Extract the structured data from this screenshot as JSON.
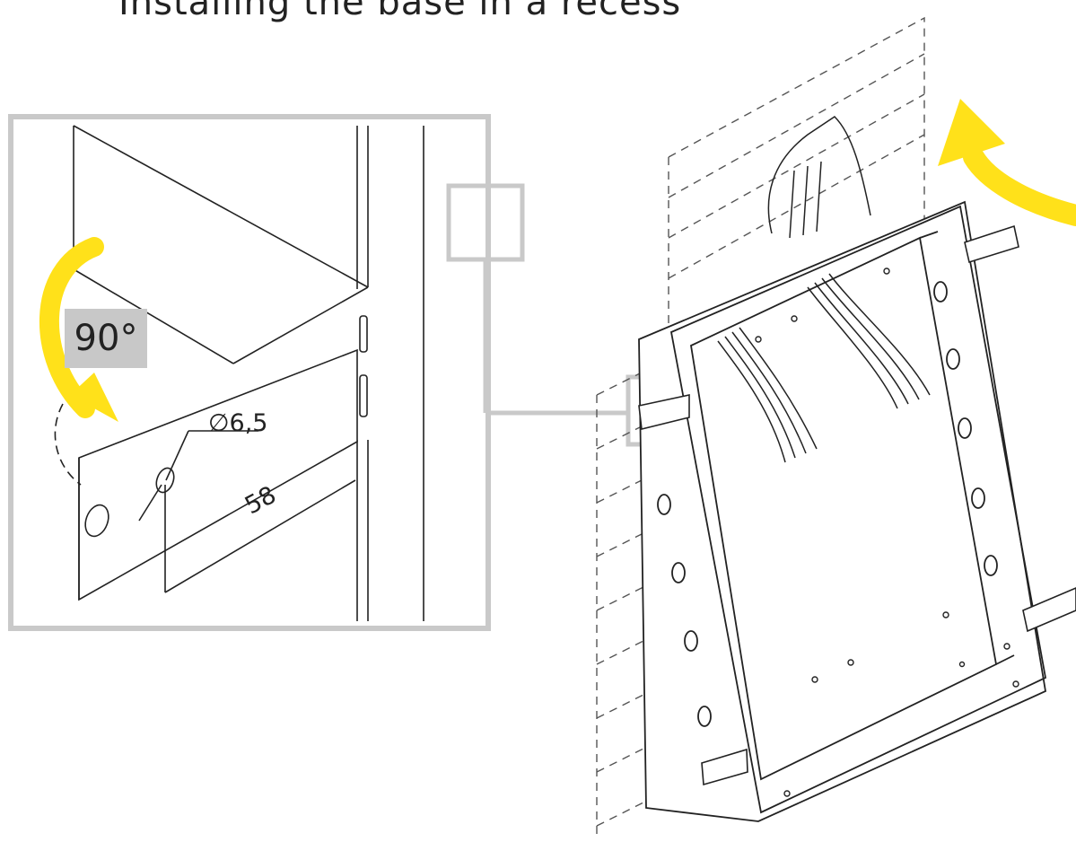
{
  "title": "Installing the base in a recess",
  "labels": {
    "rotation": "90°",
    "hole_diameter": "∅6,5",
    "distance": "58"
  },
  "colors": {
    "arrow": "#ffe11a",
    "callout_frame": "#c9c9c9",
    "angle_box": "#c8c8c8",
    "line": "#222222",
    "wall": "#555555"
  },
  "icons": {
    "rotate_arrow": "curved-arrow-icon",
    "tilt_arrow": "curved-arrow-icon"
  }
}
